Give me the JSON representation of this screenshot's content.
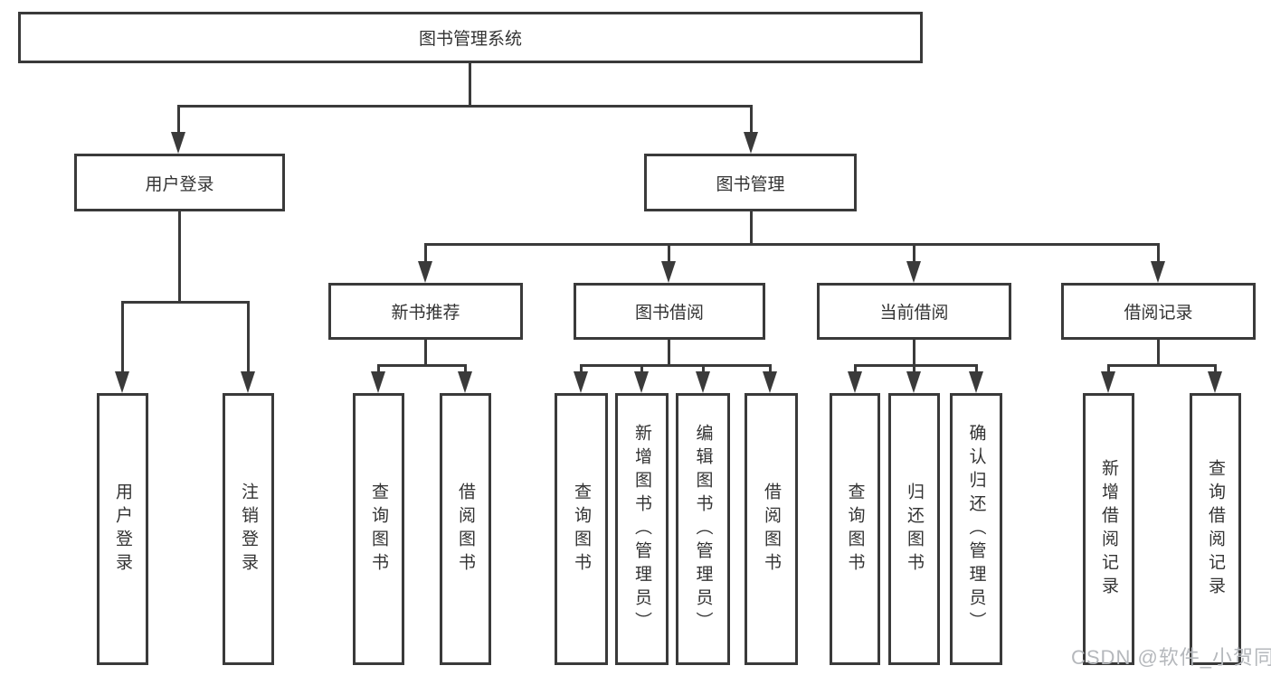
{
  "diagram": {
    "type": "org-tree",
    "nodes": {
      "root": "图书管理系统",
      "user_login": "用户登录",
      "book_mgmt": "图书管理",
      "new_books": "新书推荐",
      "book_borrow": "图书借阅",
      "current_borrow": "当前借阅",
      "borrow_records": "借阅记录",
      "leaf_user_login": "用户登录",
      "leaf_logout": "注销登录",
      "nb_query": "查询图书",
      "nb_borrow": "借阅图书",
      "bb_query": "查询图书",
      "bb_add": "新增图书（管理员）",
      "bb_edit": "编辑图书（管理员）",
      "bb_borrow": "借阅图书",
      "cb_query": "查询图书",
      "cb_return": "归还图书",
      "cb_confirm": "确认归还（管理员）",
      "br_add": "新增借阅记录",
      "br_query": "查询借阅记录"
    },
    "edges": [
      [
        "root",
        "user_login"
      ],
      [
        "root",
        "book_mgmt"
      ],
      [
        "user_login",
        "leaf_user_login"
      ],
      [
        "user_login",
        "leaf_logout"
      ],
      [
        "book_mgmt",
        "new_books"
      ],
      [
        "book_mgmt",
        "book_borrow"
      ],
      [
        "book_mgmt",
        "current_borrow"
      ],
      [
        "book_mgmt",
        "borrow_records"
      ],
      [
        "new_books",
        "nb_query"
      ],
      [
        "new_books",
        "nb_borrow"
      ],
      [
        "book_borrow",
        "bb_query"
      ],
      [
        "book_borrow",
        "bb_add"
      ],
      [
        "book_borrow",
        "bb_edit"
      ],
      [
        "book_borrow",
        "bb_borrow"
      ],
      [
        "current_borrow",
        "cb_query"
      ],
      [
        "current_borrow",
        "cb_return"
      ],
      [
        "current_borrow",
        "cb_confirm"
      ],
      [
        "borrow_records",
        "br_add"
      ],
      [
        "borrow_records",
        "br_query"
      ]
    ],
    "colors": {
      "line": "#3a3a3a",
      "border": "#3a3a3a",
      "text": "#333333",
      "background": "#ffffff",
      "watermark": "#b5b8bc"
    }
  },
  "watermark": "CSDN @软件_小贺同学"
}
